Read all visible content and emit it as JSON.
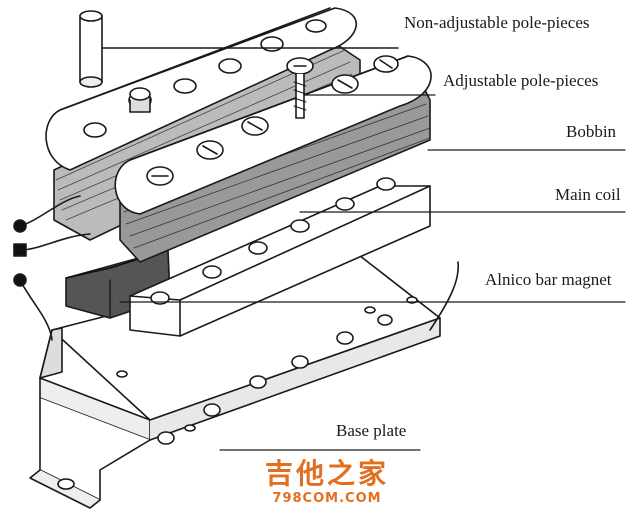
{
  "labels": {
    "non_adjustable": "Non-adjustable pole-pieces",
    "adjustable": "Adjustable pole-pieces",
    "bobbin": "Bobbin",
    "main_coil": "Main coil",
    "magnet": "Alnico bar magnet",
    "base_plate": "Base plate"
  },
  "watermark": {
    "chinese": "吉他之家",
    "url": "798COM.COM"
  },
  "colors": {
    "ink": "#1a1a1a",
    "watermark": "#e07020"
  }
}
